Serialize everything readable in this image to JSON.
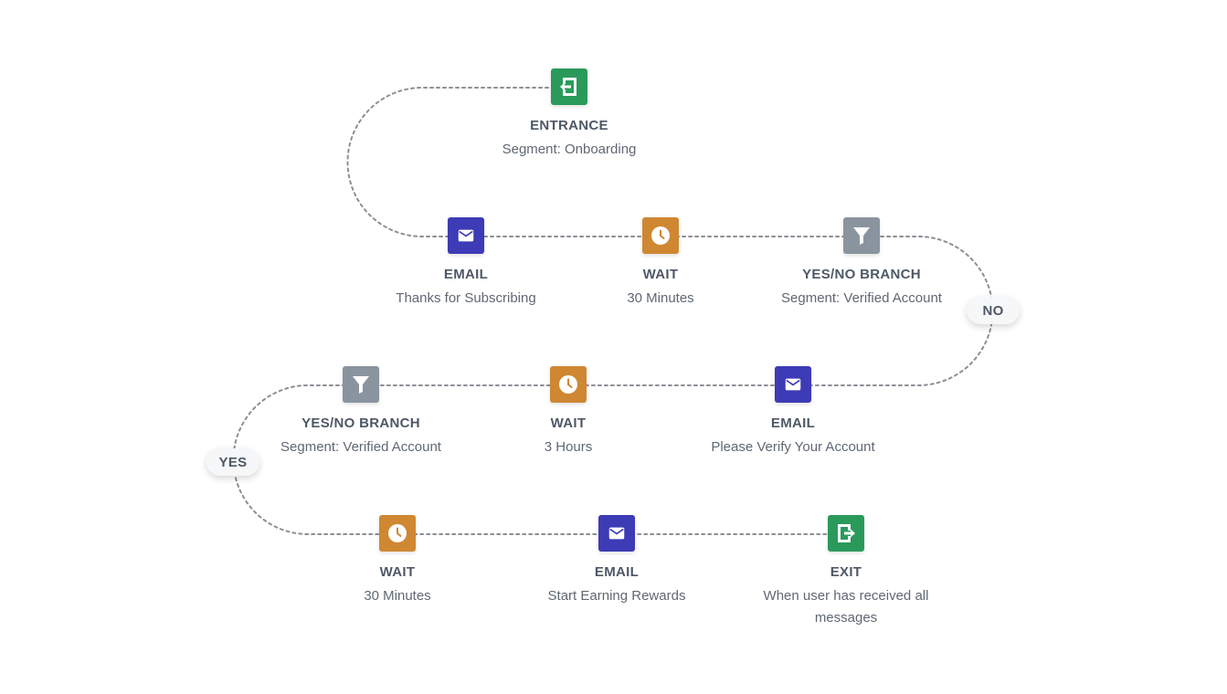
{
  "colors": {
    "entrance": "#2a9a5b",
    "email": "#3d3bb5",
    "wait": "#cf8732",
    "branch": "#8a949e",
    "exit": "#2a9a5b",
    "connector": "#8b8f96"
  },
  "nodes": [
    {
      "id": "entrance",
      "type": "entrance",
      "icon": "entrance-icon",
      "title": "ENTRANCE",
      "subtitle": "Segment: Onboarding"
    },
    {
      "id": "email-1",
      "type": "email",
      "icon": "envelope-icon",
      "title": "EMAIL",
      "subtitle": "Thanks for Subscribing"
    },
    {
      "id": "wait-1",
      "type": "wait",
      "icon": "clock-icon",
      "title": "WAIT",
      "subtitle": "30 Minutes"
    },
    {
      "id": "branch-1",
      "type": "branch",
      "icon": "filter-icon",
      "title": "YES/NO BRANCH",
      "subtitle": "Segment: Verified Account"
    },
    {
      "id": "email-2",
      "type": "email",
      "icon": "envelope-icon",
      "title": "EMAIL",
      "subtitle": "Please Verify Your Account"
    },
    {
      "id": "wait-2",
      "type": "wait",
      "icon": "clock-icon",
      "title": "WAIT",
      "subtitle": "3 Hours"
    },
    {
      "id": "branch-2",
      "type": "branch",
      "icon": "filter-icon",
      "title": "YES/NO BRANCH",
      "subtitle": "Segment: Verified Account"
    },
    {
      "id": "wait-3",
      "type": "wait",
      "icon": "clock-icon",
      "title": "WAIT",
      "subtitle": "30 Minutes"
    },
    {
      "id": "email-3",
      "type": "email",
      "icon": "envelope-icon",
      "title": "EMAIL",
      "subtitle": "Start Earning Rewards"
    },
    {
      "id": "exit",
      "type": "exit",
      "icon": "exit-icon",
      "title": "EXIT",
      "subtitle": "When user has received all messages"
    }
  ],
  "branch_labels": {
    "no": "NO",
    "yes": "YES"
  }
}
